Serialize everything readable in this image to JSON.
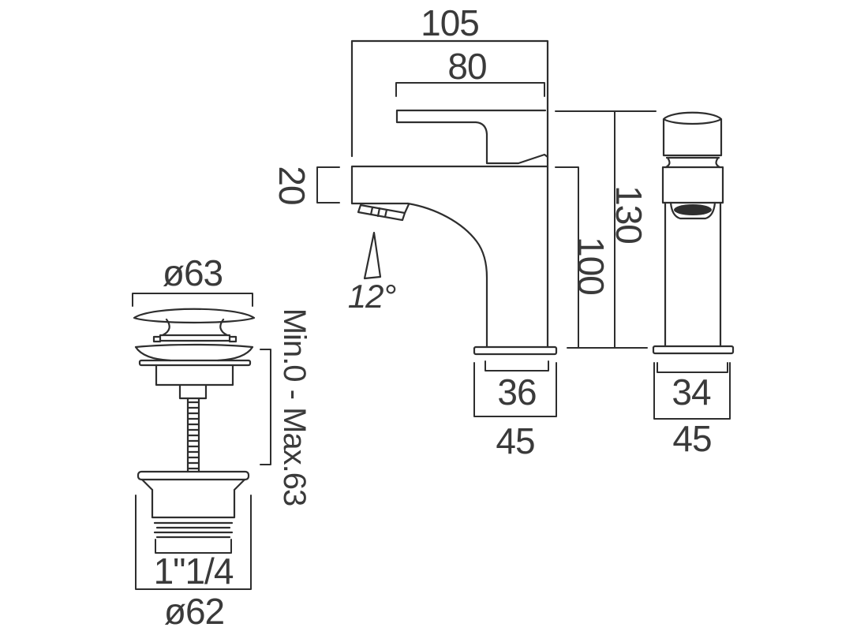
{
  "drawing": {
    "description": "Basin mixer tap technical dimension drawing with pop-up waste",
    "colors": {
      "line": "#2e2e2e",
      "text": "#3a3a3a",
      "background": "#ffffff"
    },
    "side_view": {
      "overall_width": "105",
      "lever_length": "80",
      "spout_height": "20",
      "spray_angle": "12°",
      "overall_height": "130",
      "spout_outlet_height": "100",
      "base_body_width": "36",
      "base_flange_width": "45"
    },
    "front_view": {
      "body_width": "34",
      "base_flange_width": "45"
    },
    "waste_view": {
      "cap_diameter": "ø63",
      "adjustment_range": "Min.0 - Max.63",
      "thread_size": "1\"1/4",
      "body_diameter": "ø62"
    }
  }
}
